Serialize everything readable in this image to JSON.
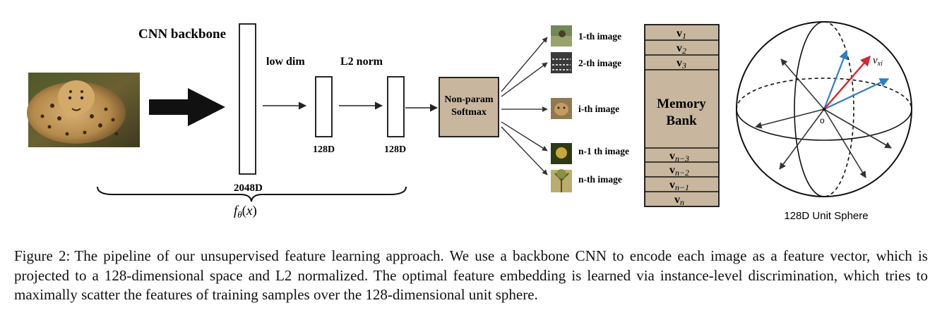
{
  "labels": {
    "cnn_backbone": "CNN backbone",
    "low_dim": "low dim",
    "l2_norm": "L2 norm",
    "dim_2048": "2048D",
    "dim_128_a": "128D",
    "dim_128_b": "128D",
    "function": "fθ(x)",
    "softmax_line1": "Non-param",
    "softmax_line2": "Softmax"
  },
  "images": [
    {
      "label": "1-th image",
      "tone": "#6f8a53"
    },
    {
      "label": "2-th image",
      "tone": "#3a3a3a"
    },
    {
      "label": "i-th image",
      "tone": "#8e7a52"
    },
    {
      "label": "n-1 th image",
      "tone": "#7c6a1f"
    },
    {
      "label": "n-th image",
      "tone": "#a59a55"
    }
  ],
  "memory_bank": {
    "title_line1": "Memory",
    "title_line2": "Bank",
    "top_entries": [
      {
        "base": "v",
        "sub": "1"
      },
      {
        "base": "v",
        "sub": "2"
      },
      {
        "base": "v",
        "sub": "3"
      }
    ],
    "bottom_entries": [
      {
        "base": "v",
        "sub": "n−3"
      },
      {
        "base": "v",
        "sub": "n−2"
      },
      {
        "base": "v",
        "sub": "n−1"
      },
      {
        "base": "v",
        "sub": "n"
      }
    ]
  },
  "sphere": {
    "caption": "128D Unit Sphere",
    "origin_label": "o",
    "highlight_label": "v",
    "highlight_sub": "xi"
  },
  "colors": {
    "box_fill": "#c8b79e",
    "highlight_red": "#d6262e",
    "highlight_blue": "#2f7fc1"
  },
  "caption": {
    "label": "Figure 2:",
    "text": "The pipeline of our unsupervised feature learning approach. We use a backbone CNN to encode each image as a feature vector, which is projected to a 128-dimensional space and L2 normalized. The optimal feature embedding is learned via instance-level discrimination, which tries to maximally scatter the features of training samples over the 128-dimensional unit sphere."
  }
}
